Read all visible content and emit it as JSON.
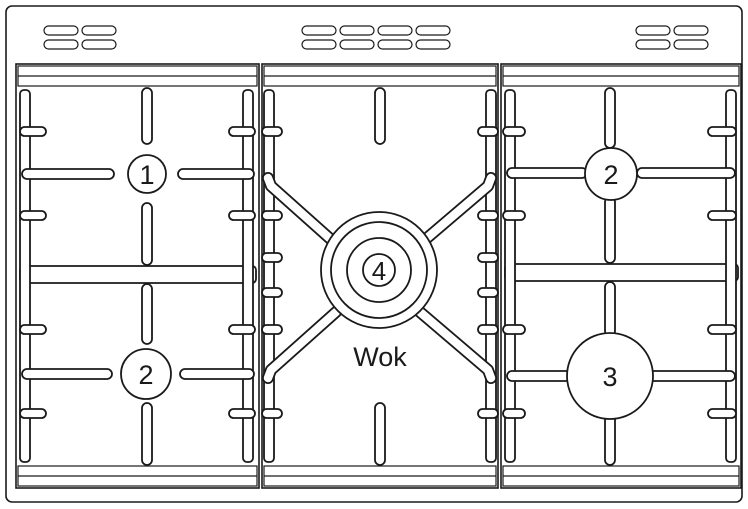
{
  "burners": {
    "front_left": {
      "label": "1",
      "size": "small"
    },
    "rear_left": {
      "label": "2",
      "size": "medium"
    },
    "centre": {
      "label": "4",
      "size": "wok",
      "caption": "Wok"
    },
    "front_right": {
      "label": "2",
      "size": "medium"
    },
    "rear_right": {
      "label": "3",
      "size": "large"
    }
  },
  "colors": {
    "line": "#1a1a1a",
    "fill": "#ffffff"
  }
}
